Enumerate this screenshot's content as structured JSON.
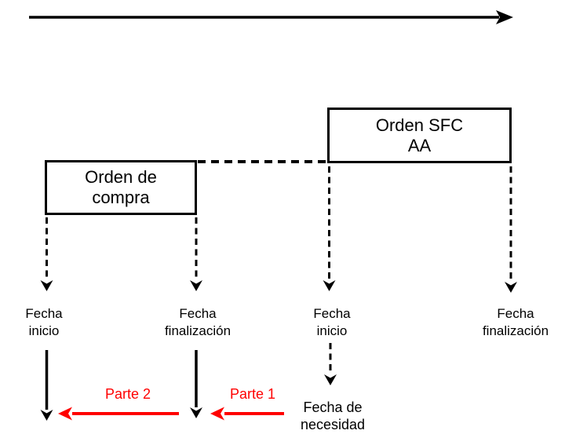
{
  "colors": {
    "ink": "#000000",
    "accent_red": "#ff0000",
    "canvas": "#ffffff"
  },
  "boxes": {
    "orden_compra": "Orden de\ncompra",
    "orden_sfc_aa": "Orden SFC\nAA"
  },
  "labels": {
    "compra_inicio": "Fecha\ninicio",
    "compra_fin": "Fecha\nfinalización",
    "sfc_inicio": "Fecha\ninicio",
    "sfc_fin": "Fecha\nfinalización",
    "necesidad": "Fecha de\nnecesidad",
    "parte_1": "Parte 1",
    "parte_2": "Parte 2"
  }
}
